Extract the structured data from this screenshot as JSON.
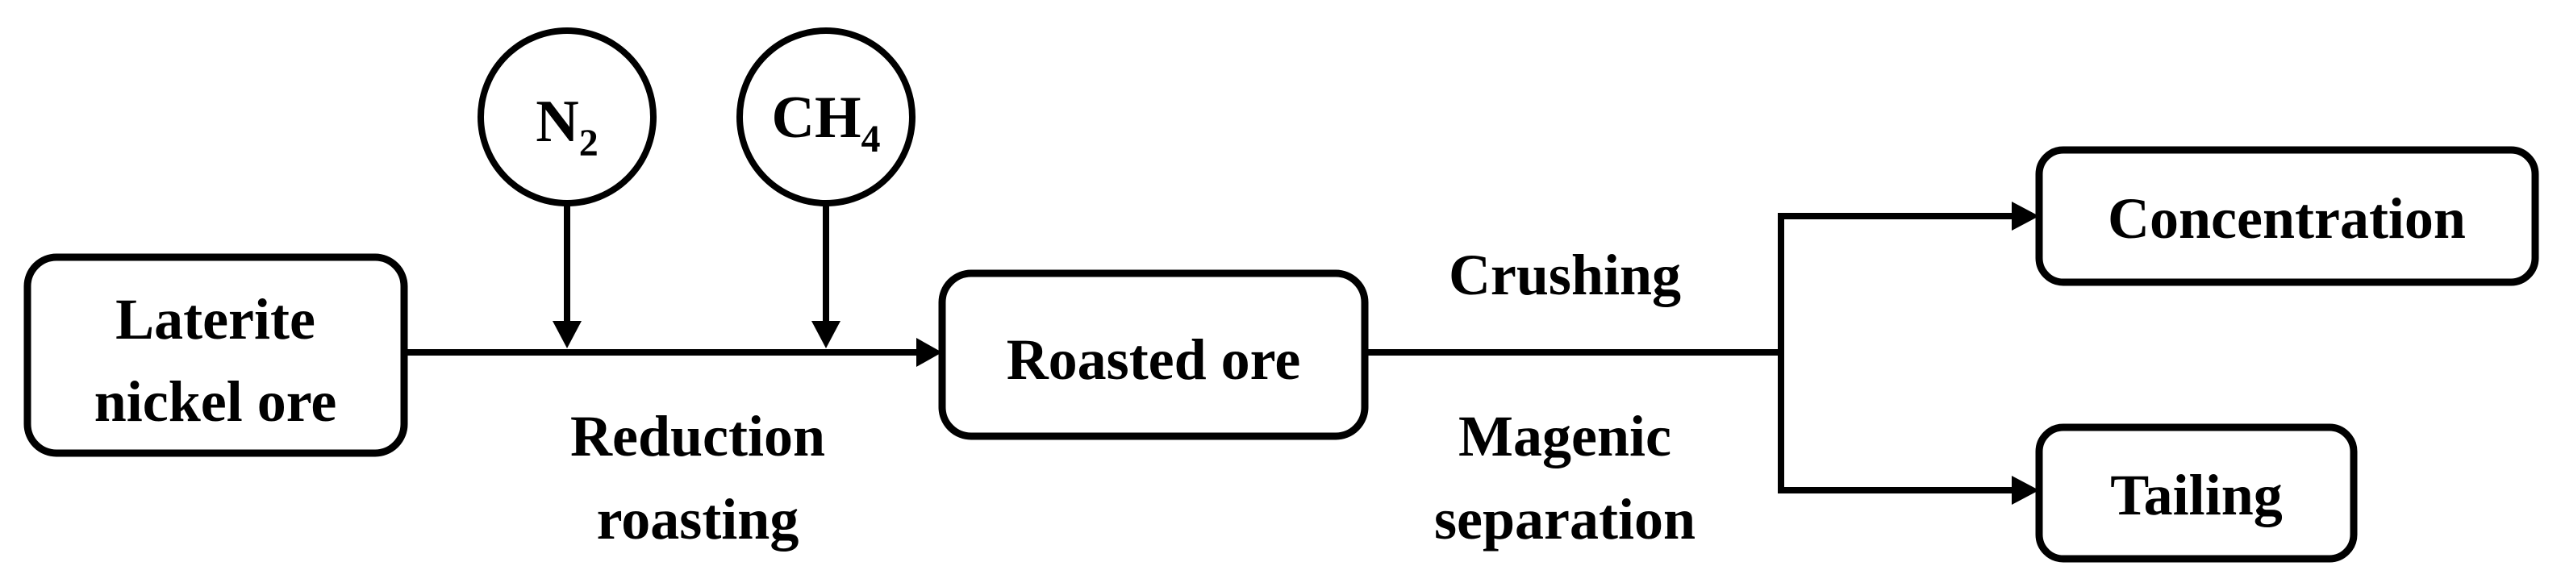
{
  "nodes": {
    "laterite": {
      "line1": "Laterite",
      "line2": "nickel ore"
    },
    "roasted": {
      "label": "Roasted ore"
    },
    "concentration": {
      "label": "Concentration"
    },
    "tailing": {
      "label": "Tailing"
    }
  },
  "inputs": {
    "n2": {
      "symbol": "N",
      "subscript": "2"
    },
    "ch4": {
      "symbol": "CH",
      "subscript": "4"
    }
  },
  "steps": {
    "reduction": {
      "line1": "Reduction",
      "line2": "roasting"
    },
    "crushing": {
      "label": "Crushing"
    },
    "separation": {
      "line1": "Magenic",
      "line2": "separation"
    }
  }
}
